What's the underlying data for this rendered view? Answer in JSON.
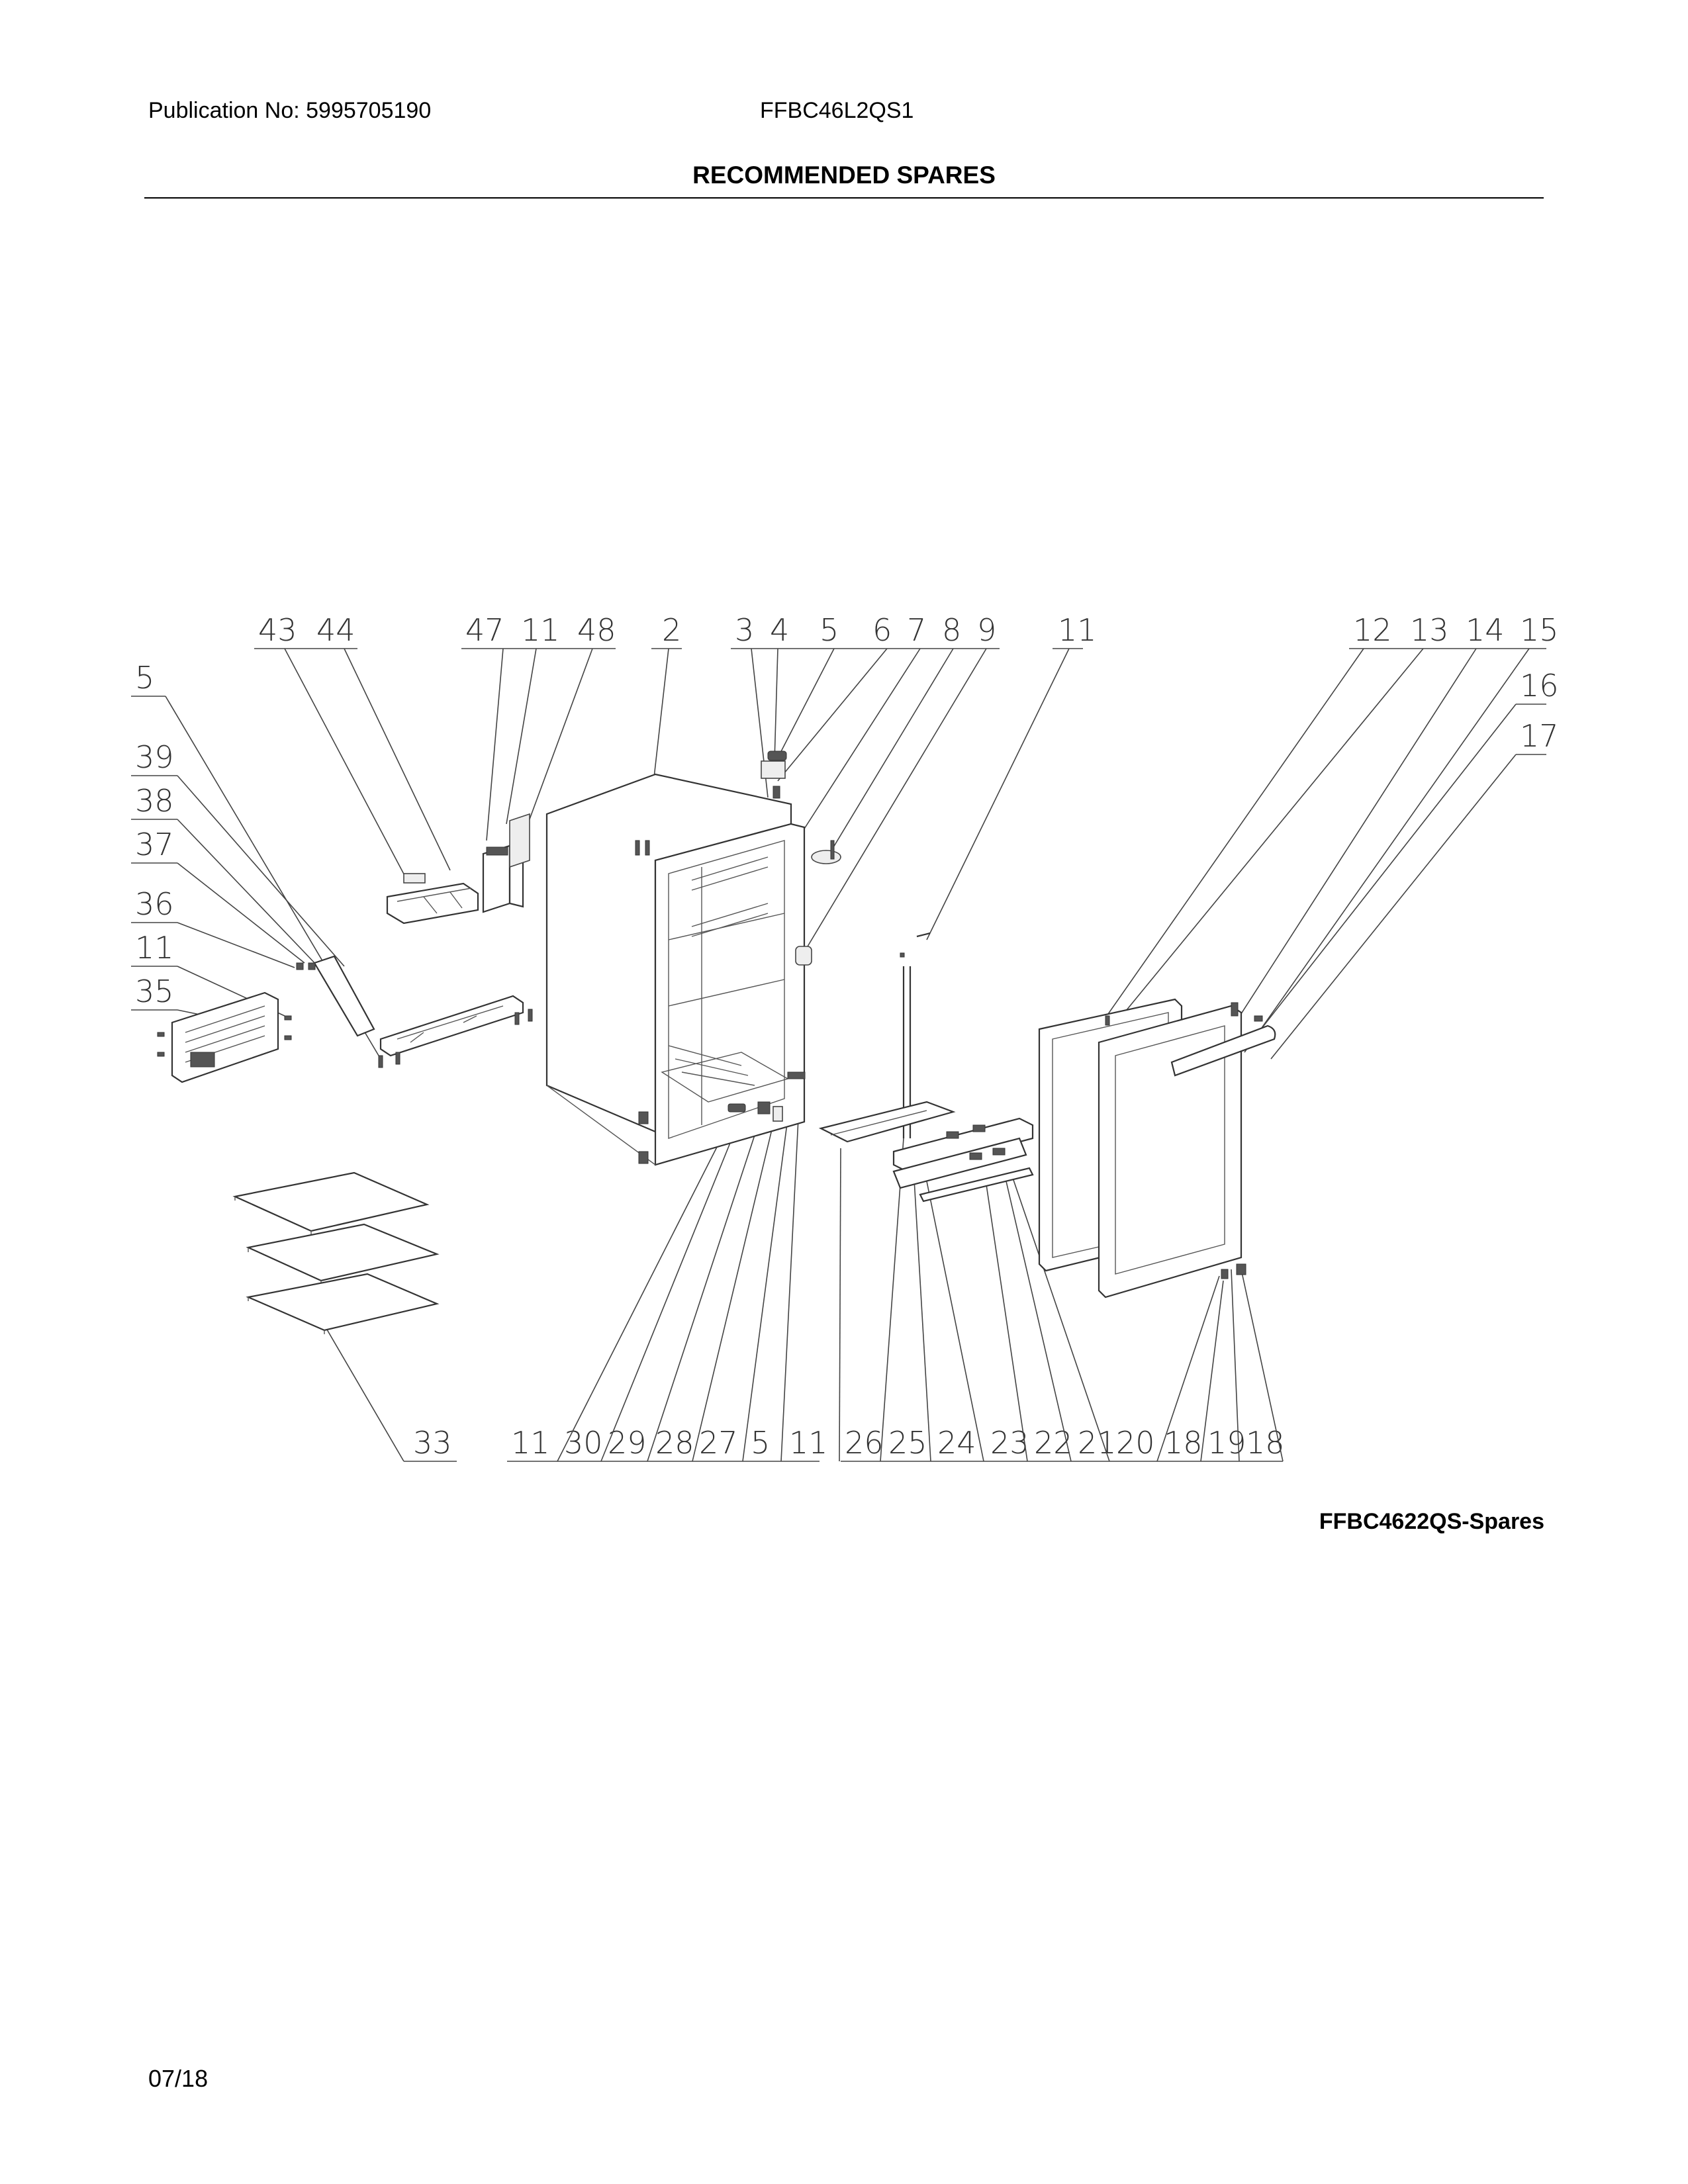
{
  "header": {
    "publication": "Publication No: 5995705190",
    "model": "FFBC46L2QS1",
    "title": "RECOMMENDED SPARES"
  },
  "diagram": {
    "caption": "FFBC4622QS-Spares",
    "top_callouts": [
      "43",
      "44",
      "47",
      "11",
      "48",
      "2",
      "3",
      "4",
      "5",
      "6",
      "7",
      "8",
      "9",
      "11",
      "12",
      "13",
      "14",
      "15"
    ],
    "right_callouts": [
      "16",
      "17"
    ],
    "left_callouts": [
      "5",
      "39",
      "38",
      "37",
      "36",
      "11",
      "35"
    ],
    "bottom_callouts": [
      "33",
      "11",
      "30",
      "29",
      "28",
      "27",
      "5",
      "11",
      "26",
      "25",
      "24",
      "23",
      "22",
      "21",
      "20",
      "18",
      "19",
      "18"
    ]
  },
  "footer": {
    "date": "07/18"
  }
}
